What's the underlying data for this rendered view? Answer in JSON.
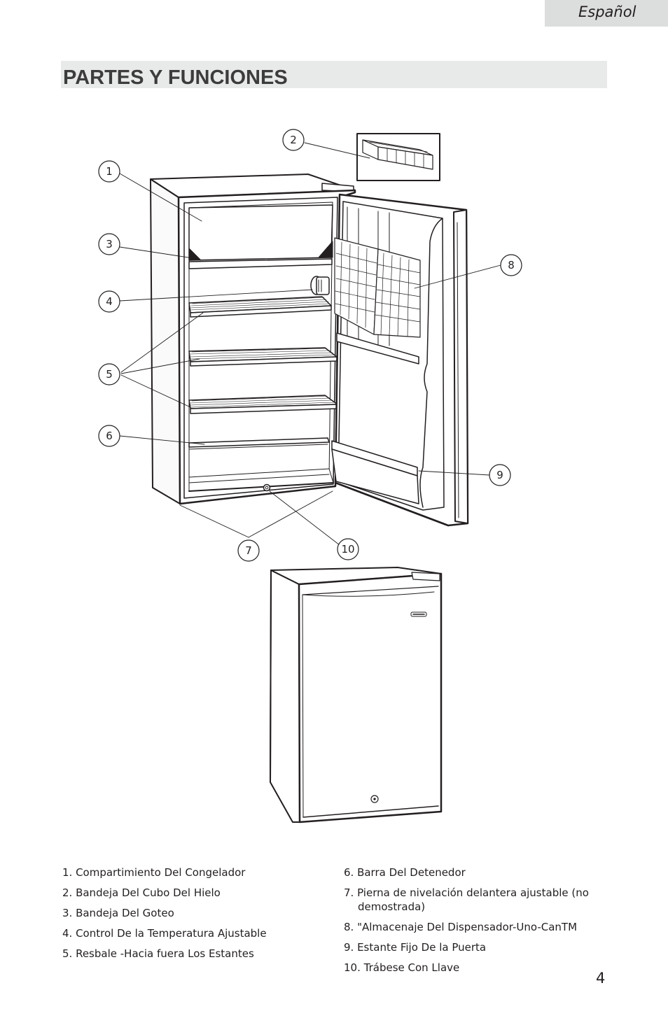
{
  "header": {
    "language_tab": "Español",
    "title": "PARTES Y FUNCIONES"
  },
  "diagram": {
    "callouts": [
      "1",
      "2",
      "3",
      "4",
      "5",
      "6",
      "7",
      "8",
      "9",
      "10"
    ]
  },
  "parts_left": [
    {
      "label": "1. Compartimiento Del Congelador"
    },
    {
      "label": "2. Bandeja Del Cubo Del Hielo"
    },
    {
      "label": "3. Bandeja Del Goteo"
    },
    {
      "label": "4. Control De la Temperatura Ajustable"
    },
    {
      "label": "5. Resbale -Hacia fuera Los Estantes"
    }
  ],
  "parts_right": [
    {
      "label": "6. Barra Del Detenedor"
    },
    {
      "label": "7. Pierna de nivelación delantera ajustable (no",
      "cont": "demostrada)"
    },
    {
      "label": "8. \"Almacenaje Del Dispensador-Uno-CanTM"
    },
    {
      "label": "9. Estante Fijo De la Puerta"
    },
    {
      "label": "10. Trábese Con Llave"
    }
  ],
  "footer": {
    "page_number": "4"
  }
}
